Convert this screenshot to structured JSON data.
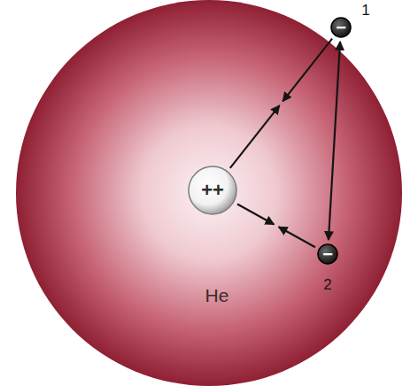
{
  "diagram": {
    "nodes": [
      {
        "text": [
          "He"
        ]
      },
      {
        "text": [
          "++"
        ],
        "in": 0
      },
      {
        "text": [
          "−",
          "1"
        ],
        "in": 0
      },
      {
        "text": [
          "−",
          "2"
        ],
        "in": 0
      }
    ],
    "edges": [
      {
        "from": 1,
        "to": 2,
        "arrow": "both"
      },
      {
        "from": 1,
        "to": 3,
        "arrow": "both"
      },
      {
        "from": 2,
        "to": 3,
        "arrow": "both"
      }
    ]
  }
}
